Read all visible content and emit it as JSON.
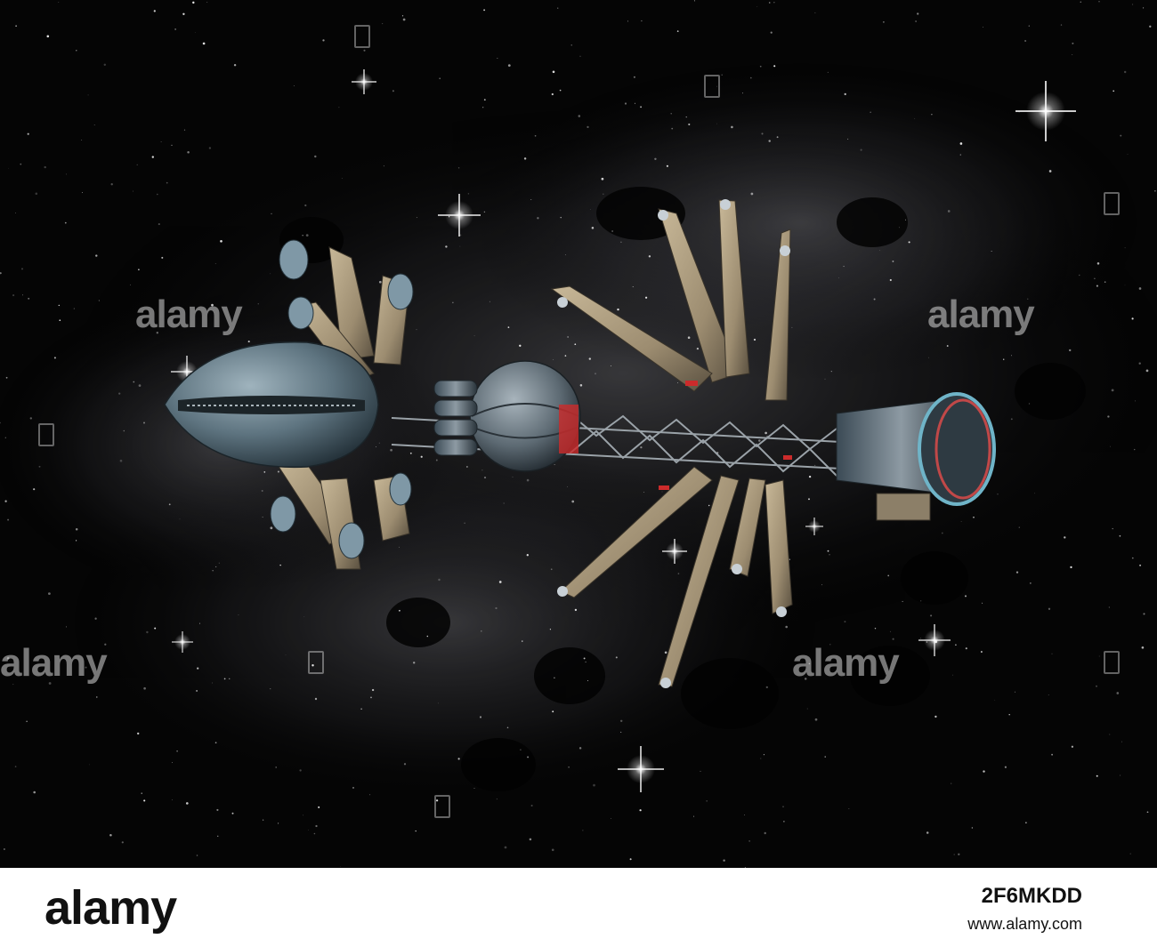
{
  "watermark": {
    "text": "alamy",
    "color": "#d7d7d7"
  },
  "footer": {
    "logo": "alamy",
    "image_id": "2F6MKDD",
    "url": "www.alamy.com",
    "background": "#ffffff",
    "text_color": "#111111"
  },
  "scene": {
    "background": "#050505",
    "nebula_color": "#6a6a70",
    "hull_blue": "#5e7480",
    "fin_bronze": "#9c8c70",
    "frame_grey": "#8a9096",
    "accent_red": "#cc2b2b",
    "star_color": "#ffffff"
  }
}
